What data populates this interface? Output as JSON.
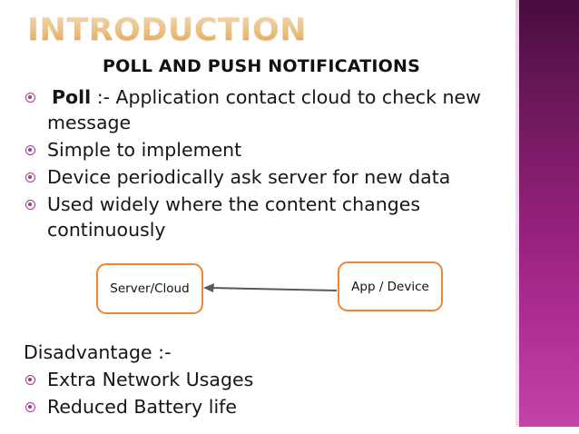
{
  "slide": {
    "title": "INTRODUCTION",
    "headline": "POLL AND PUSH NOTIFICATIONS"
  },
  "colors": {
    "bullet": "#a23a92",
    "box_border": "#ed8733",
    "arrow": "#595959",
    "band_top": "#4a0b3e",
    "band_bottom": "#c244a8",
    "title_gradient_top": "#fdf3e2",
    "title_gradient_bottom": "#e8a85f"
  },
  "body_bullets": [
    {
      "bold": "Poll",
      "rest": " :- Application contact cloud to check new message",
      "bulleted": true
    },
    {
      "bold": "",
      "rest": "Simple to implement",
      "bulleted": true
    },
    {
      "bold": "",
      "rest": "Device periodically ask server for new data",
      "bulleted": true
    },
    {
      "bold": "",
      "rest": "Used widely where the content changes continuously",
      "bulleted": true
    }
  ],
  "diagram": {
    "nodes": [
      {
        "label": "Server/Cloud"
      },
      {
        "label": "App / Device"
      }
    ],
    "arrow_direction": "right-to-left"
  },
  "lower_section": {
    "heading": "Disadvantage :-",
    "bullets": [
      "Extra Network Usages",
      "Reduced Battery life"
    ]
  }
}
